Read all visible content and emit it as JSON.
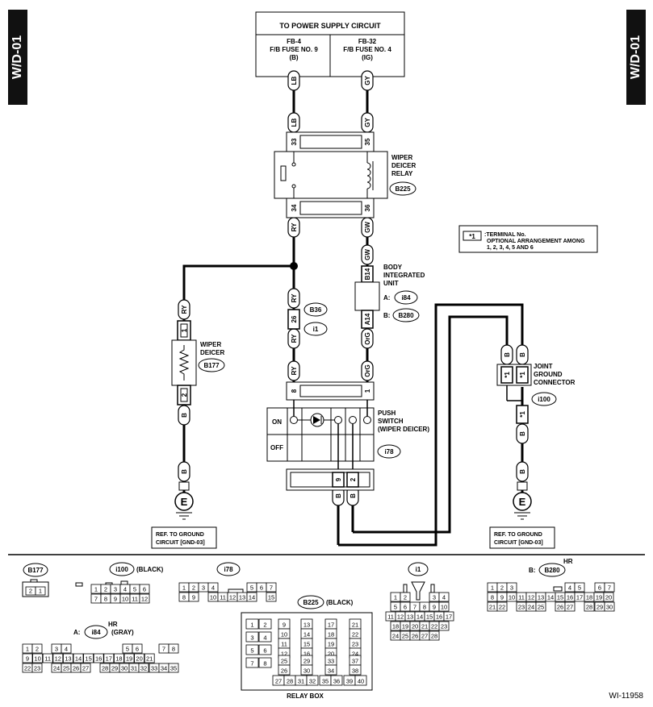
{
  "tabs": {
    "left": "W/D-01",
    "right": "W/D-01"
  },
  "power": {
    "title": "TO POWER SUPPLY CIRCUIT",
    "fuse1": [
      "FB-4",
      "F/B FUSE NO. 9",
      "(B)"
    ],
    "fuse2": [
      "FB-32",
      "F/B FUSE NO. 4",
      "(IG)"
    ]
  },
  "wires": {
    "lb": "LB",
    "gy": "GY",
    "ry": "RY",
    "gw": "GW",
    "org": "OrG",
    "b": "B"
  },
  "pins": {
    "p33": "33",
    "p35": "35",
    "p34": "34",
    "p36": "36",
    "p26": "26",
    "pb14": "B14",
    "pa14": "A14",
    "p8": "8",
    "p1": "1",
    "p9": "9",
    "p2": "2",
    "d1": "1",
    "d2": "2",
    "star": "*1"
  },
  "relay": {
    "label": [
      "WIPER",
      "DEICER",
      "RELAY"
    ],
    "conn": "B225"
  },
  "body_unit": {
    "label": [
      "BODY",
      "INTEGRATED",
      "UNIT"
    ],
    "a_prefix": "A:",
    "a_conn": "i84",
    "b_prefix": "B:",
    "b_conn": "B280"
  },
  "b36": "B36",
  "i1": "i1",
  "note": {
    "mark": "*1",
    "lines": [
      ":TERMINAL No.",
      "OPTIONAL ARRANGEMENT AMONG",
      "1, 2, 3, 4, 5 AND 6"
    ]
  },
  "deicer": {
    "label": [
      "WIPER",
      "DEICER"
    ],
    "conn": "B177"
  },
  "jgc": {
    "label": [
      "JOINT",
      "GROUND",
      "CONNECTOR"
    ],
    "conn": "i100"
  },
  "push": {
    "label": [
      "PUSH",
      "SWITCH",
      "(WIPER DEICER)"
    ],
    "conn": "i78",
    "on": "ON",
    "off": "OFF"
  },
  "ground": {
    "symbol": "E",
    "ref": [
      "REF. TO GROUND",
      "CIRCUIT [GND-03]"
    ]
  },
  "connectors": {
    "b177": {
      "name": "B177",
      "pins": [
        "2",
        "1"
      ]
    },
    "i100": {
      "name": "i100",
      "color": "(BLACK)",
      "pins": [
        "1",
        "2",
        "3",
        "4",
        "5",
        "6",
        "7",
        "8",
        "9",
        "10",
        "11",
        "12"
      ]
    },
    "i78": {
      "name": "i78",
      "pins": [
        "1",
        "2",
        "3",
        "4",
        "5",
        "6",
        "7",
        "8",
        "9",
        "10",
        "11",
        "12",
        "13",
        "14",
        "15"
      ]
    },
    "i84": {
      "prefix": "A:",
      "name": "i84",
      "hr": "HR",
      "color": "(GRAY)",
      "pins": [
        "1",
        "2",
        "3",
        "4",
        "5",
        "6",
        "7",
        "8",
        "9",
        "10",
        "11",
        "12",
        "13",
        "14",
        "15",
        "16",
        "17",
        "18",
        "19",
        "20",
        "21",
        "22",
        "23",
        "24",
        "25",
        "26",
        "27",
        "28",
        "29",
        "30",
        "31",
        "32",
        "33",
        "34",
        "35"
      ]
    },
    "b225": {
      "name": "B225",
      "color": "(BLACK)",
      "caption": "RELAY BOX",
      "pins": [
        "1",
        "2",
        "3",
        "4",
        "5",
        "6",
        "7",
        "8",
        "9",
        "10",
        "11",
        "12",
        "13",
        "14",
        "15",
        "16",
        "17",
        "18",
        "19",
        "20",
        "21",
        "22",
        "23",
        "24",
        "25",
        "26",
        "27",
        "28",
        "29",
        "30",
        "31",
        "32",
        "33",
        "34",
        "35",
        "36",
        "37",
        "38",
        "39",
        "40"
      ]
    },
    "i1": {
      "name": "i1",
      "pins": [
        "1",
        "2",
        "3",
        "4",
        "5",
        "6",
        "7",
        "8",
        "9",
        "10",
        "11",
        "12",
        "13",
        "14",
        "15",
        "16",
        "17",
        "18",
        "19",
        "20",
        "21",
        "22",
        "23",
        "24",
        "25",
        "26",
        "27",
        "28"
      ]
    },
    "b280": {
      "prefix": "B:",
      "name": "B280",
      "hr": "HR",
      "pins": [
        "1",
        "2",
        "3",
        "4",
        "5",
        "6",
        "7",
        "8",
        "9",
        "10",
        "11",
        "12",
        "13",
        "14",
        "15",
        "16",
        "17",
        "18",
        "19",
        "20",
        "21",
        "22",
        "23",
        "24",
        "25",
        "26",
        "27",
        "28",
        "29",
        "30"
      ]
    }
  },
  "footer": {
    "code": "WI-11958"
  }
}
